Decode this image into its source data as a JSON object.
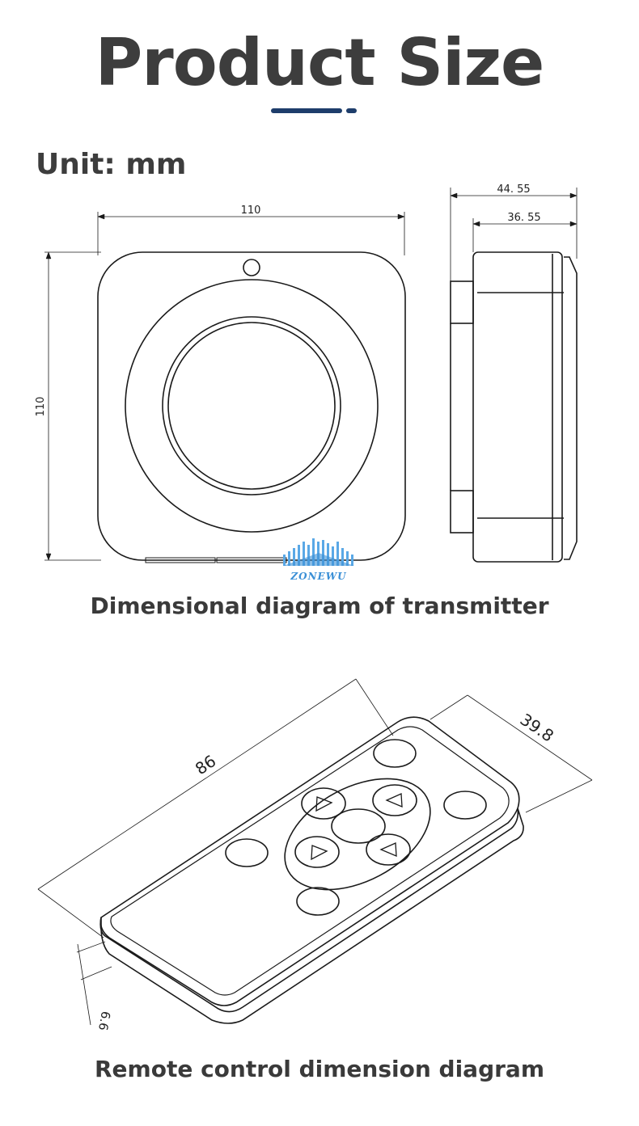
{
  "header": {
    "title": "Product Size",
    "unit_label": "Unit: mm"
  },
  "transmitter": {
    "caption": "Dimensional diagram of transmitter",
    "front_width": "110",
    "front_height": "110",
    "side_depth_total": "44. 55",
    "side_depth_body": "36. 55"
  },
  "remote": {
    "caption": "Remote control dimension diagram",
    "length": "86",
    "width": "39.8",
    "thickness": "6.6"
  },
  "watermark": {
    "text": "ZONEWU"
  },
  "colors": {
    "accent": "#1e3d6b",
    "text": "#3c3c3c",
    "watermark": "#3a8fd6"
  }
}
